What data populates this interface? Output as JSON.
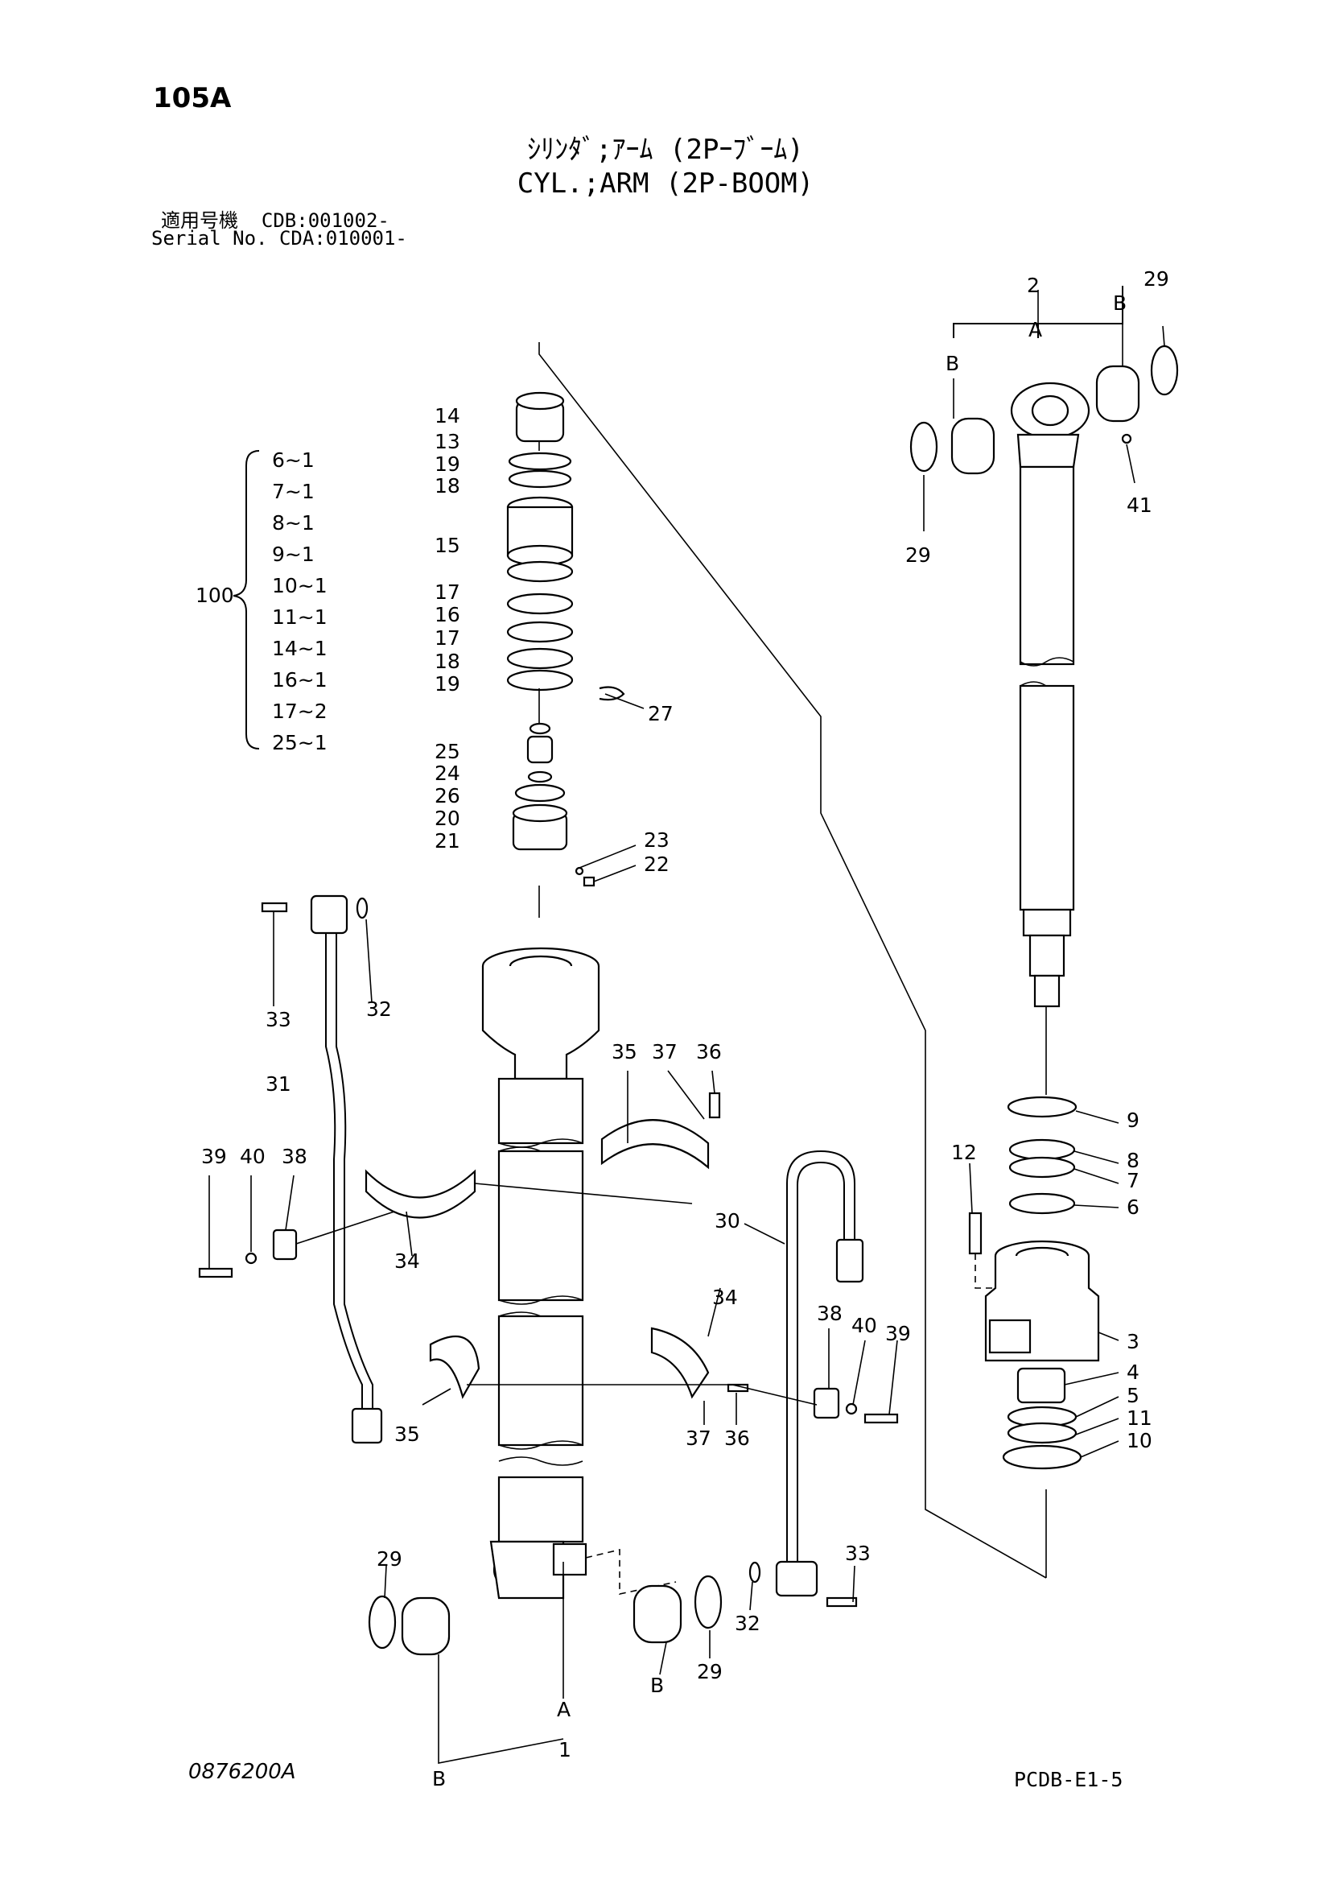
{
  "header": {
    "page_no": "105A",
    "title_jp": "ｼﾘﾝﾀﾞ;ｱｰﾑ (2Pｰﾌﾞｰﾑ)",
    "title_en": "CYL.;ARM (2P-BOOM)",
    "serial_line1": "適用号機  CDB:001002-",
    "serial_line2": "Serial No. CDA:010001-"
  },
  "footer": {
    "drawing_no": "0876200A",
    "sheet_code": "PCDB-E1-5"
  },
  "kit": {
    "label": "100",
    "items": [
      "6~1",
      "7~1",
      "8~1",
      "9~1",
      "10~1",
      "11~1",
      "14~1",
      "16~1",
      "17~2",
      "25~1"
    ]
  },
  "callouts": {
    "c2": "2",
    "c29a": "29",
    "cA1": "A",
    "cB1": "B",
    "cB2": "B",
    "c29b": "29",
    "c41": "41",
    "c14": "14",
    "c13": "13",
    "c19a": "19",
    "c18a": "18",
    "c15": "15",
    "c17a": "17",
    "c16": "16",
    "c17b": "17",
    "c18b": "18",
    "c19b": "19",
    "c27": "27",
    "c25": "25",
    "c24": "24",
    "c26": "26",
    "c20": "20",
    "c21": "21",
    "c23": "23",
    "c22": "22",
    "c33a": "33",
    "c32a": "32",
    "c31": "31",
    "c35a": "35",
    "c37a": "37",
    "c36a": "36",
    "c39a": "39",
    "c40a": "40",
    "c38a": "38",
    "c34a": "34",
    "c30": "30",
    "c9": "9",
    "c8": "8",
    "c7": "7",
    "c6": "6",
    "c12": "12",
    "c3": "3",
    "c4": "4",
    "c5": "5",
    "c11": "11",
    "c10": "10",
    "c34b": "34",
    "c38b": "38",
    "c40b": "40",
    "c39b": "39",
    "c35b": "35",
    "c37b": "37",
    "c36b": "36",
    "c29c": "29",
    "c33b": "33",
    "c32b": "32",
    "cB3": "B",
    "c29d": "29",
    "cA2": "A",
    "cB4": "B",
    "c1": "1"
  }
}
